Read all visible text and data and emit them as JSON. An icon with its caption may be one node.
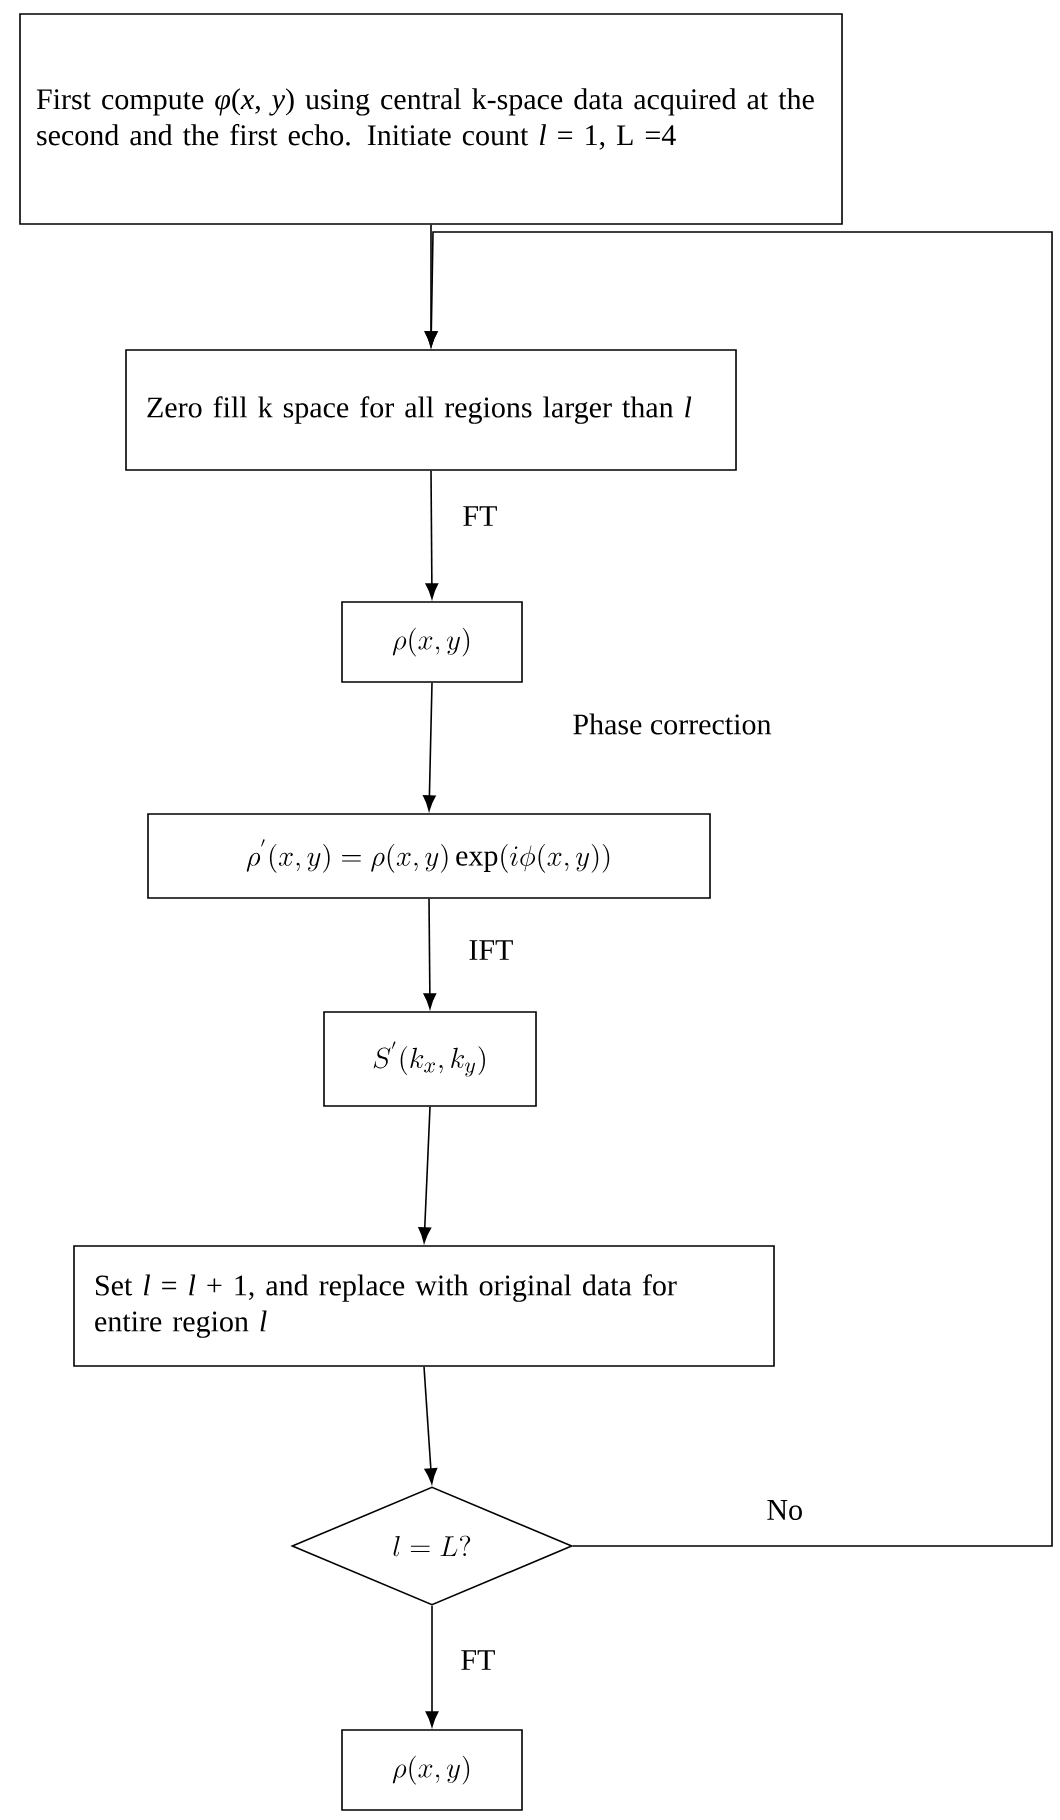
{
  "diagram": {
    "nodes": [
      {
        "text": [
          "First compute *φ*(*x*, *y*) using central k-space data acquired at the second and the first echo. Initiate count *l* = 1, L =4"
        ]
      },
      {
        "text": [
          "Zero fill k space for all regions larger than *l*"
        ]
      },
      {
        "text": [
          "\\rho(x,y)"
        ]
      },
      {
        "text": [
          "\\rho^{'}(x,y)=\\rho(x,y)\\exp(i\\phi(x,y))"
        ]
      },
      {
        "text": [
          "S^{'}(k_x,k_y)"
        ]
      },
      {
        "text": [
          "Set *l* = *l* + 1, and replace with original data for entire region *l*"
        ]
      },
      {
        "text": [
          "l=L?"
        ]
      },
      {
        "text": [
          "\\rho(x,y)"
        ]
      }
    ],
    "edges": [
      {
        "from": 0,
        "to": 1,
        "arrow": "to"
      },
      {
        "from": 1,
        "to": 2,
        "arrow": "to",
        "label": "FT"
      },
      {
        "from": 2,
        "to": 3,
        "arrow": "to",
        "label": "Phase correction"
      },
      {
        "from": 3,
        "to": 4,
        "arrow": "to",
        "label": "IFT"
      },
      {
        "from": 4,
        "to": 5,
        "arrow": "to"
      },
      {
        "from": 5,
        "to": 6,
        "arrow": "to"
      },
      {
        "from": 6,
        "to": 7,
        "arrow": "to",
        "label": "FT"
      },
      {
        "from": 6,
        "to": 1,
        "arrow": "to",
        "label": "No"
      }
    ]
  }
}
